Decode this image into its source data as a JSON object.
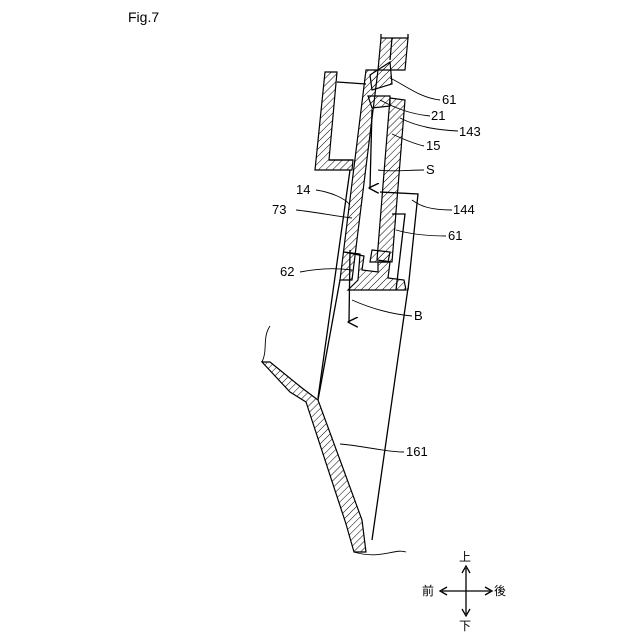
{
  "figure": {
    "title": "Fig.7"
  },
  "labels": {
    "l61_top": "61",
    "l21": "21",
    "l143": "143",
    "l15": "15",
    "lS": "S",
    "l14": "14",
    "l144": "144",
    "l73": "73",
    "l61_mid": "61",
    "l62": "62",
    "lB": "B",
    "l161": "161"
  },
  "directions": {
    "up": "上",
    "down": "下",
    "front": "前",
    "rear": "後"
  }
}
